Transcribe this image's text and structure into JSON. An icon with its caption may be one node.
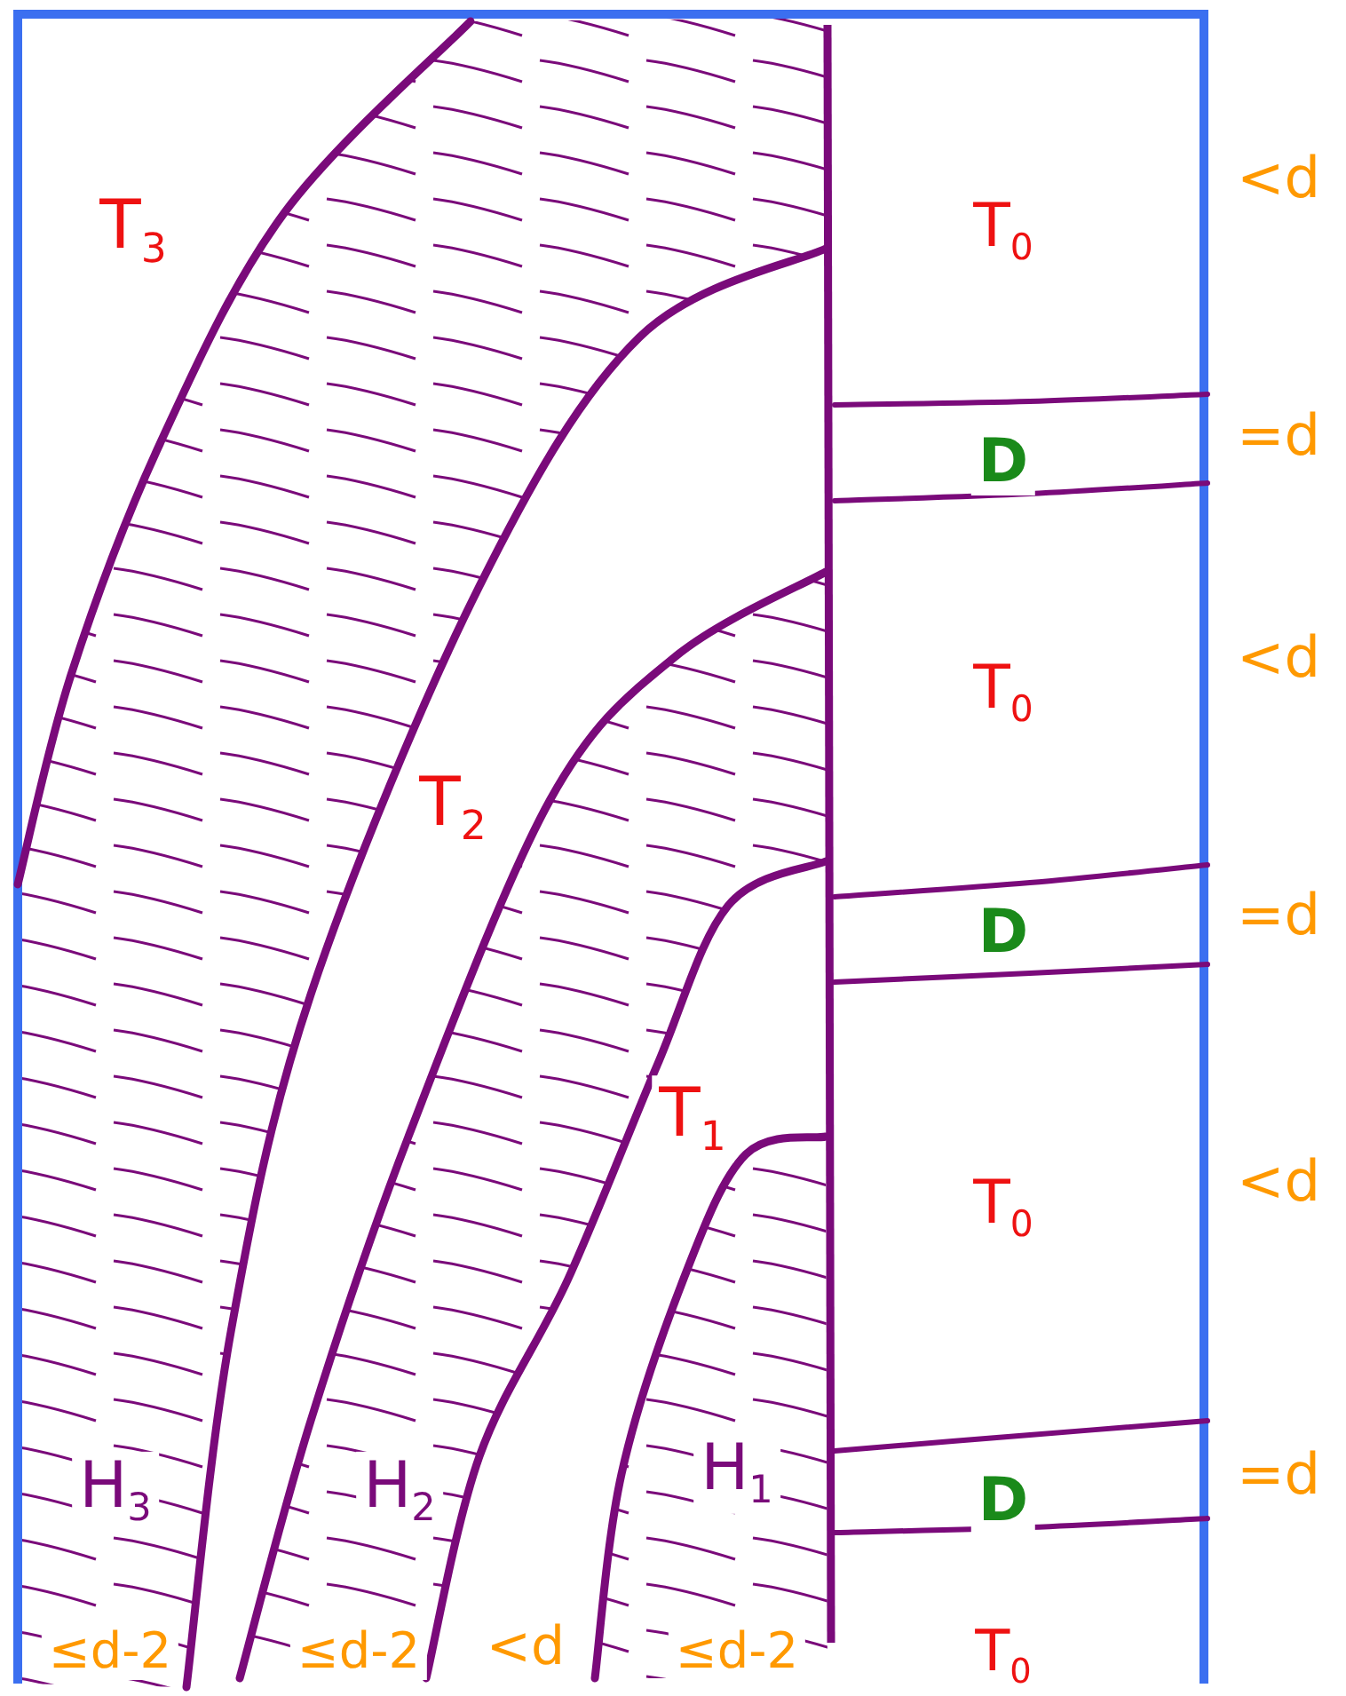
{
  "diagram": {
    "labels": [
      "T$_{3}$",
      "T$_{0}$",
      "<d",
      "D",
      "=d",
      "T$_{0}$",
      "<d",
      "T$_{2}$",
      "D",
      "=d",
      "T$_{1}$",
      "T$_{0}$",
      "<d",
      "H$_{3}$",
      "H$_{2}$",
      "H$_{1}$",
      "D",
      "=d",
      "≤d-2",
      "≤d-2",
      "<d",
      "≤d-2",
      "T$_{0}$"
    ]
  }
}
